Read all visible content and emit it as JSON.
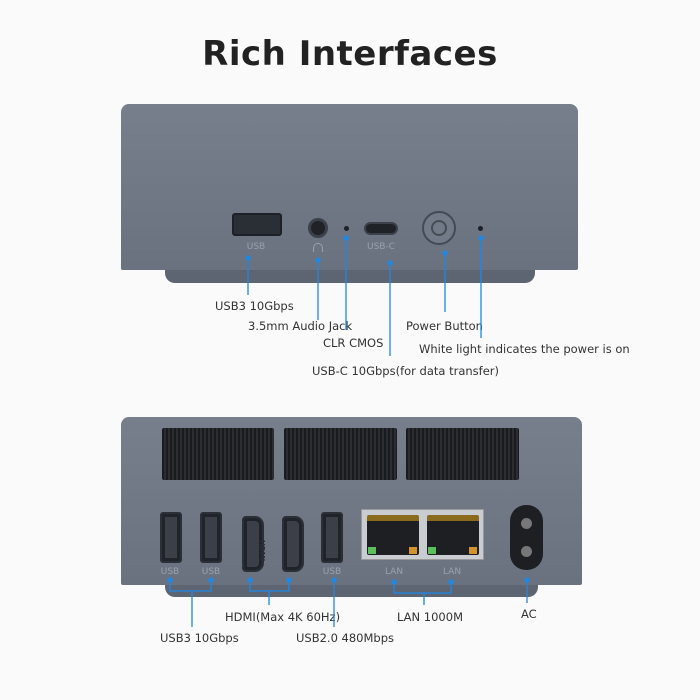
{
  "title": "Rich Interfaces",
  "accent_color": "#1e88e5",
  "front": {
    "port_labels": {
      "usb": "USB",
      "usbc": "USB-C"
    },
    "callouts": {
      "usb3": "USB3 10Gbps",
      "audio": "3.5mm Audio Jack",
      "clr": "CLR CMOS",
      "usbc": "USB-C 10Gbps(for data transfer)",
      "power": "Power Button",
      "led": "White light indicates the power is on"
    }
  },
  "back": {
    "port_labels": {
      "usb1": "USB",
      "usb2": "USB",
      "usb3": "USB",
      "lan1": "LAN",
      "lan2": "LAN",
      "hdmi_logo": "HDMI"
    },
    "callouts": {
      "usb3": "USB3 10Gbps",
      "hdmi": "HDMI(Max 4K 60Hz)",
      "usb2": "USB2.0 480Mbps",
      "lan": "LAN 1000M",
      "ac": "AC"
    }
  }
}
